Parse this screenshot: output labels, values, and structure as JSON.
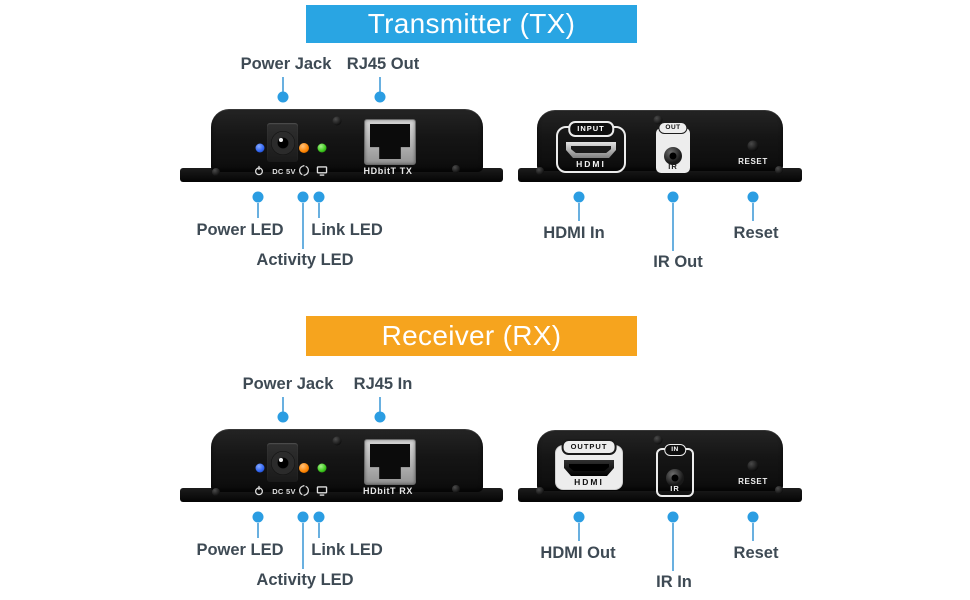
{
  "colors": {
    "tx_banner_bg": "#29a5e3",
    "rx_banner_bg": "#f6a41e",
    "callout_dot": "#2b9de2",
    "callout_line": "#69b0e0",
    "label_text": "#3e4a54",
    "power_led": "#2e63f2",
    "activity_led": "#ff8400",
    "link_led": "#3fcb1f"
  },
  "icons": {
    "power": "power-symbol",
    "activity": "sync-arrows",
    "link": "display-monitor"
  },
  "tx": {
    "banner_label": "Transmitter (TX)",
    "device_left": {
      "dc_label": "DC 5V",
      "brand_label": "HDbitT TX",
      "power_jack_label": "Power Jack",
      "rj45_label": "RJ45 Out",
      "power_led_label": "Power LED",
      "activity_led_label": "Activity LED",
      "link_led_label": "Link LED"
    },
    "device_right": {
      "hdmi_tag": "INPUT",
      "hdmi_label": "HDMI",
      "ir_tag": "OUT",
      "ir_label": "IR",
      "reset_label": "RESET",
      "hdmi_callout": "HDMI In",
      "ir_callout": "IR Out",
      "reset_callout": "Reset"
    }
  },
  "rx": {
    "banner_label": "Receiver (RX)",
    "device_left": {
      "dc_label": "DC 5V",
      "brand_label": "HDbitT RX",
      "power_jack_label": "Power Jack",
      "rj45_label": "RJ45 In",
      "power_led_label": "Power LED",
      "activity_led_label": "Activity LED",
      "link_led_label": "Link LED"
    },
    "device_right": {
      "hdmi_tag": "OUTPUT",
      "hdmi_label": "HDMI",
      "ir_tag": "IN",
      "ir_label": "IR",
      "reset_label": "RESET",
      "hdmi_callout": "HDMI Out",
      "ir_callout": "IR In",
      "reset_callout": "Reset"
    }
  }
}
